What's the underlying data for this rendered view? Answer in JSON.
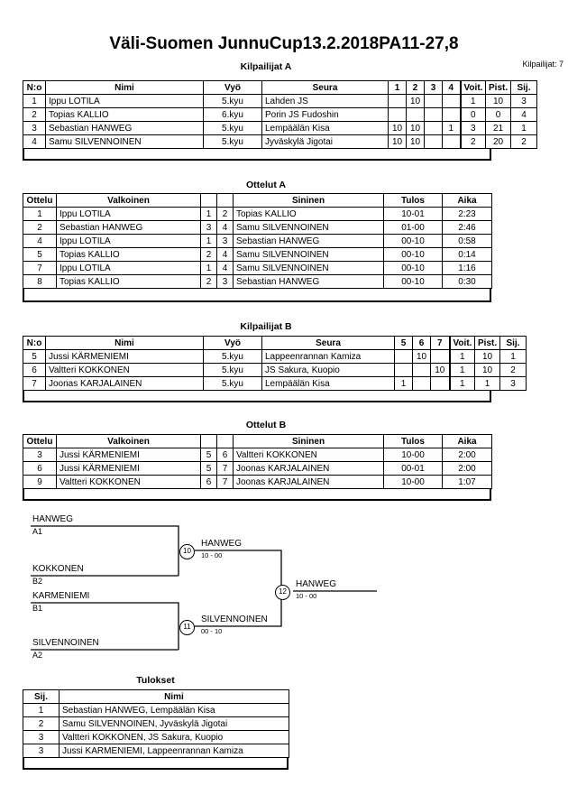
{
  "header": {
    "event_title": "Väli-Suomen JunnuCup1",
    "date": "3.2.2018",
    "category": "PA11-27,8",
    "entrants_label": "Kilpailijat: 7"
  },
  "sections": {
    "pool_a_caption": "Kilpailijat A",
    "matches_a_caption": "Ottelut A",
    "pool_b_caption": "Kilpailijat B",
    "matches_b_caption": "Ottelut B",
    "results_caption": "Tulokset"
  },
  "pool_a": {
    "headers": [
      "N:o",
      "Nimi",
      "Vyö",
      "Seura",
      "1",
      "2",
      "3",
      "4",
      "Voit.",
      "Pist.",
      "Sij."
    ],
    "rows": [
      {
        "no": "1",
        "name": "Ippu LOTILA",
        "belt": "5.kyu",
        "club": "Lahden JS",
        "m1": "",
        "m2": "10",
        "m3": "",
        "m4": "",
        "wins": "1",
        "points": "10",
        "rank": "3"
      },
      {
        "no": "2",
        "name": "Topias KALLIO",
        "belt": "6.kyu",
        "club": "Porin JS Fudoshin",
        "m1": "",
        "m2": "",
        "m3": "",
        "m4": "",
        "wins": "0",
        "points": "0",
        "rank": "4"
      },
      {
        "no": "3",
        "name": "Sebastian HANWEG",
        "belt": "5.kyu",
        "club": "Lempäälän Kisa",
        "m1": "10",
        "m2": "10",
        "m3": "",
        "m4": "1",
        "wins": "3",
        "points": "21",
        "rank": "1"
      },
      {
        "no": "4",
        "name": "Samu SILVENNOINEN",
        "belt": "5.kyu",
        "club": "Jyväskylä Jigotai",
        "m1": "10",
        "m2": "10",
        "m3": "",
        "m4": "",
        "wins": "2",
        "points": "20",
        "rank": "2"
      }
    ]
  },
  "matches_a": {
    "headers": [
      "Ottelu",
      "Valkoinen",
      "",
      "",
      "Sininen",
      "Tulos",
      "Aika"
    ],
    "rows": [
      {
        "match": "1",
        "white": "Ippu LOTILA",
        "wn": "1",
        "bn": "2",
        "blue": "Topias KALLIO",
        "result": "10-01",
        "time": "2:23"
      },
      {
        "match": "2",
        "white": "Sebastian HANWEG",
        "wn": "3",
        "bn": "4",
        "blue": "Samu SILVENNOINEN",
        "result": "01-00",
        "time": "2:46"
      },
      {
        "match": "4",
        "white": "Ippu LOTILA",
        "wn": "1",
        "bn": "3",
        "blue": "Sebastian HANWEG",
        "result": "00-10",
        "time": "0:58"
      },
      {
        "match": "5",
        "white": "Topias KALLIO",
        "wn": "2",
        "bn": "4",
        "blue": "Samu SILVENNOINEN",
        "result": "00-10",
        "time": "0:14"
      },
      {
        "match": "7",
        "white": "Ippu LOTILA",
        "wn": "1",
        "bn": "4",
        "blue": "Samu SILVENNOINEN",
        "result": "00-10",
        "time": "1:16"
      },
      {
        "match": "8",
        "white": "Topias KALLIO",
        "wn": "2",
        "bn": "3",
        "blue": "Sebastian HANWEG",
        "result": "00-10",
        "time": "0:30"
      }
    ]
  },
  "pool_b": {
    "headers": [
      "N:o",
      "Nimi",
      "Vyö",
      "Seura",
      "5",
      "6",
      "7",
      "Voit.",
      "Pist.",
      "Sij."
    ],
    "rows": [
      {
        "no": "5",
        "name": "Jussi KÄRMENIEMI",
        "belt": "5.kyu",
        "club": "Lappeenrannan Kamiza",
        "m5": "",
        "m6": "10",
        "m7": "",
        "wins": "1",
        "points": "10",
        "rank": "1"
      },
      {
        "no": "6",
        "name": "Valtteri KOKKONEN",
        "belt": "5.kyu",
        "club": "JS Sakura, Kuopio",
        "m5": "",
        "m6": "",
        "m7": "10",
        "wins": "1",
        "points": "10",
        "rank": "2"
      },
      {
        "no": "7",
        "name": "Joonas KARJALAINEN",
        "belt": "5.kyu",
        "club": "Lempäälän Kisa",
        "m5": "1",
        "m6": "",
        "m7": "",
        "wins": "1",
        "points": "1",
        "rank": "3"
      }
    ]
  },
  "matches_b": {
    "headers": [
      "Ottelu",
      "Valkoinen",
      "",
      "",
      "Sininen",
      "Tulos",
      "Aika"
    ],
    "rows": [
      {
        "match": "3",
        "white": "Jussi KÄRMENIEMI",
        "wn": "5",
        "bn": "6",
        "blue": "Valtteri KOKKONEN",
        "result": "10-00",
        "time": "2:00"
      },
      {
        "match": "6",
        "white": "Jussi KÄRMENIEMI",
        "wn": "5",
        "bn": "7",
        "blue": "Joonas KARJALAINEN",
        "result": "00-01",
        "time": "2:00"
      },
      {
        "match": "9",
        "white": "Valtteri KOKKONEN",
        "wn": "6",
        "bn": "7",
        "blue": "Joonas KARJALAINEN",
        "result": "10-00",
        "time": "1:07"
      }
    ]
  },
  "bracket": {
    "seeds": [
      {
        "name": "HANWEG",
        "seed": "A1"
      },
      {
        "name": "KOKKONEN",
        "seed": "B2"
      },
      {
        "name": "KARMENIEMI",
        "seed": "B1"
      },
      {
        "name": "SILVENNOINEN",
        "seed": "A2"
      }
    ],
    "nodes": [
      {
        "number": "10",
        "winner": "HANWEG",
        "score": "10 - 00"
      },
      {
        "number": "11",
        "winner": "SILVENNOINEN",
        "score": "00 - 10"
      },
      {
        "number": "12",
        "winner": "HANWEG",
        "score": "10 - 00"
      }
    ]
  },
  "results": {
    "headers": [
      "Sij.",
      "Nimi"
    ],
    "rows": [
      {
        "rank": "1",
        "name": "Sebastian HANWEG, Lempäälän Kisa"
      },
      {
        "rank": "2",
        "name": "Samu SILVENNOINEN, Jyväskylä Jigotai"
      },
      {
        "rank": "3",
        "name": "Valtteri KOKKONEN, JS Sakura, Kuopio"
      },
      {
        "rank": "3",
        "name": "Jussi KARMENIEMI, Lappeenrannan Kamiza"
      }
    ]
  }
}
